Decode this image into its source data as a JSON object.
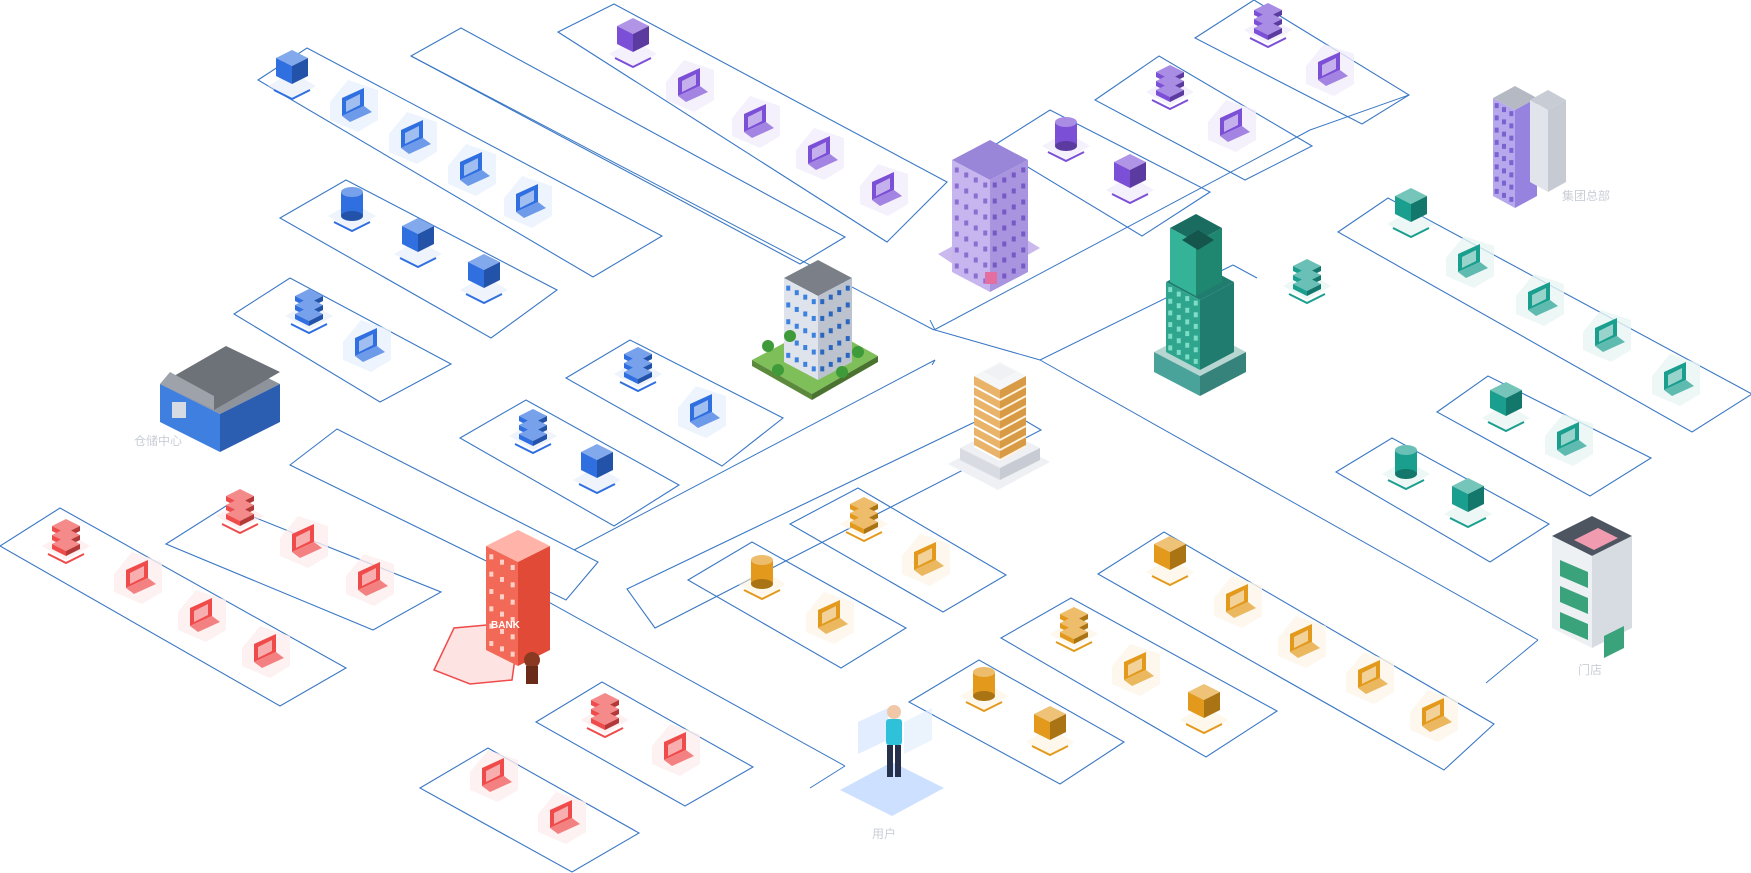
{
  "diagram": {
    "colors": {
      "line": "#3a78c4",
      "blue": "#2f6fe0",
      "purple": "#7b4fd6",
      "teal": "#1a9e8e",
      "orange": "#e39a1c",
      "red": "#ef4b4b",
      "caption": "#c9ced6"
    },
    "landmarks": [
      {
        "name": "warehouse",
        "icon": "warehouse-icon",
        "label": "仓储中心"
      },
      {
        "name": "central-office-tower",
        "icon": "office-tower-icon",
        "label": ""
      },
      {
        "name": "purple-tower",
        "icon": "office-tower-icon",
        "label": ""
      },
      {
        "name": "lavender-highrise",
        "icon": "highrise-icon",
        "label": "集团总部"
      },
      {
        "name": "green-tower",
        "icon": "skyscraper-icon",
        "label": ""
      },
      {
        "name": "hub-tower",
        "icon": "hub-building-icon",
        "label": ""
      },
      {
        "name": "bank",
        "icon": "bank-icon",
        "label": "BANK"
      },
      {
        "name": "green-shop",
        "icon": "shop-building-icon",
        "label": "门店"
      },
      {
        "name": "operator",
        "icon": "person-icon",
        "label": "用户"
      }
    ],
    "panel_groups": {
      "blue": {
        "color": "blue",
        "count": 6
      },
      "purple": {
        "color": "purple",
        "count": 4
      },
      "teal": {
        "color": "teal",
        "count": 4
      },
      "orange": {
        "color": "orange",
        "count": 6
      },
      "red": {
        "color": "red",
        "count": 5
      }
    }
  }
}
